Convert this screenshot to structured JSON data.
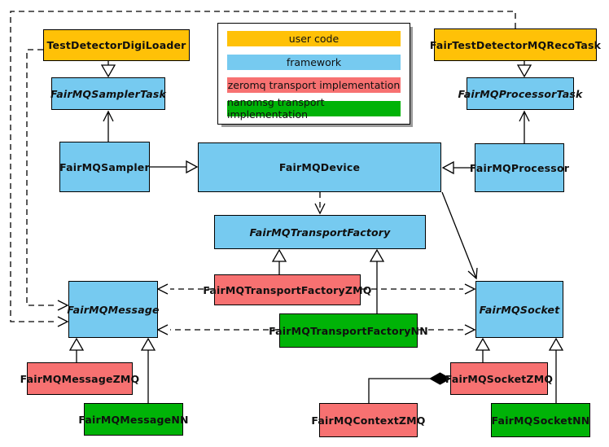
{
  "diagram": {
    "legend": {
      "items": [
        {
          "label": "user code",
          "color": "#FFC107"
        },
        {
          "label": "framework",
          "color": "#76CAF0"
        },
        {
          "label": "zeromq transport implementation",
          "color": "#F77171"
        },
        {
          "label": "nanomsg transport implementation",
          "color": "#00B307"
        }
      ]
    },
    "colors": {
      "user_code": "#FFC107",
      "framework": "#76CAF0",
      "zeromq": "#F77171",
      "nanomsg": "#00B307",
      "background": "#FFFFFF",
      "line": "#000000"
    },
    "nodes": [
      {
        "label": "TestDetectorDigiLoader",
        "category": "user code",
        "abstract": false
      },
      {
        "label": "FairTestDetectorMQRecoTask",
        "category": "user code",
        "abstract": false
      },
      {
        "label": "FairMQSamplerTask",
        "category": "framework",
        "abstract": true
      },
      {
        "label": "FairMQProcessorTask",
        "category": "framework",
        "abstract": true
      },
      {
        "label": "FairMQSampler",
        "category": "framework",
        "abstract": false
      },
      {
        "label": "FairMQDevice",
        "category": "framework",
        "abstract": false
      },
      {
        "label": "FairMQProcessor",
        "category": "framework",
        "abstract": false
      },
      {
        "label": "FairMQTransportFactory",
        "category": "framework",
        "abstract": true
      },
      {
        "label": "FairMQTransportFactoryZMQ",
        "category": "zeromq",
        "abstract": false
      },
      {
        "label": "FairMQTransportFactoryNN",
        "category": "nanomsg",
        "abstract": false
      },
      {
        "label": "FairMQMessage",
        "category": "framework",
        "abstract": true
      },
      {
        "label": "FairMQSocket",
        "category": "framework",
        "abstract": true
      },
      {
        "label": "FairMQMessageZMQ",
        "category": "zeromq",
        "abstract": false
      },
      {
        "label": "FairMQMessageNN",
        "category": "nanomsg",
        "abstract": false
      },
      {
        "label": "FairMQSocketZMQ",
        "category": "zeromq",
        "abstract": false
      },
      {
        "label": "FairMQSocketNN",
        "category": "nanomsg",
        "abstract": false
      },
      {
        "label": "FairMQContextZMQ",
        "category": "zeromq",
        "abstract": false
      }
    ],
    "edges": [
      {
        "from": "TestDetectorDigiLoader",
        "to": "FairMQSamplerTask",
        "type": "inheritance"
      },
      {
        "from": "FairMQSampler",
        "to": "FairMQSamplerTask",
        "type": "association"
      },
      {
        "from": "FairTestDetectorMQRecoTask",
        "to": "FairMQProcessorTask",
        "type": "inheritance"
      },
      {
        "from": "FairMQProcessor",
        "to": "FairMQProcessorTask",
        "type": "association"
      },
      {
        "from": "FairMQSampler",
        "to": "FairMQDevice",
        "type": "inheritance"
      },
      {
        "from": "FairMQProcessor",
        "to": "FairMQDevice",
        "type": "inheritance"
      },
      {
        "from": "FairMQDevice",
        "to": "FairMQTransportFactory",
        "type": "dashed-dependency"
      },
      {
        "from": "FairMQDevice",
        "to": "FairMQSocket",
        "type": "association"
      },
      {
        "from": "FairMQTransportFactoryZMQ",
        "to": "FairMQTransportFactory",
        "type": "inheritance"
      },
      {
        "from": "FairMQTransportFactoryNN",
        "to": "FairMQTransportFactory",
        "type": "inheritance"
      },
      {
        "from": "FairMQTransportFactoryZMQ",
        "to": "FairMQMessage",
        "type": "dashed-dependency"
      },
      {
        "from": "FairMQTransportFactoryZMQ",
        "to": "FairMQSocket",
        "type": "dashed-dependency"
      },
      {
        "from": "FairMQTransportFactoryNN",
        "to": "FairMQMessage",
        "type": "dashed-dependency"
      },
      {
        "from": "FairMQTransportFactoryNN",
        "to": "FairMQSocket",
        "type": "dashed-dependency"
      },
      {
        "from": "FairMQMessageZMQ",
        "to": "FairMQMessage",
        "type": "inheritance"
      },
      {
        "from": "FairMQMessageNN",
        "to": "FairMQMessage",
        "type": "inheritance"
      },
      {
        "from": "FairMQSocketZMQ",
        "to": "FairMQSocket",
        "type": "inheritance"
      },
      {
        "from": "FairMQSocketNN",
        "to": "FairMQSocket",
        "type": "inheritance"
      },
      {
        "from": "FairMQContextZMQ",
        "to": "FairMQSocketZMQ",
        "type": "composition"
      },
      {
        "from": "TestDetectorDigiLoader",
        "to": "FairMQMessage",
        "type": "dashed-dependency"
      },
      {
        "from": "FairTestDetectorMQRecoTask",
        "to": "FairMQMessage",
        "type": "dashed-dependency"
      }
    ]
  }
}
